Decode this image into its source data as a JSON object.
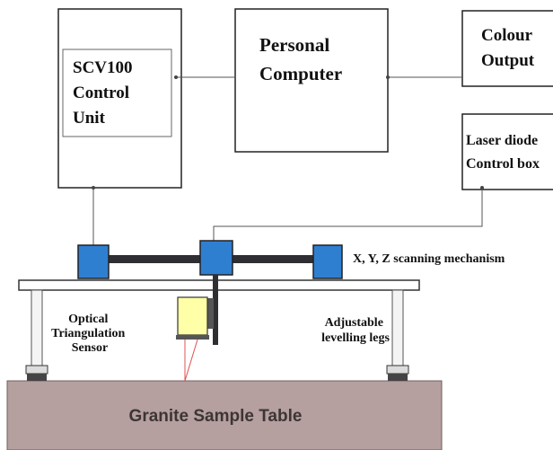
{
  "control_unit": {
    "lines": [
      "SCV100",
      "Control",
      "Unit"
    ]
  },
  "computer": {
    "lines": [
      "Personal",
      "Computer"
    ]
  },
  "colour_output": {
    "lines": [
      "Colour",
      "Output"
    ]
  },
  "laser_box": {
    "lines": [
      "Laser diode",
      "Control box"
    ]
  },
  "scanning_label": "X, Y, Z scanning mechanism",
  "sensor_label": {
    "lines": [
      "Optical",
      "Triangulation",
      "Sensor"
    ]
  },
  "legs_label": {
    "lines": [
      "Adjustable",
      "levelling legs"
    ]
  },
  "table_label": "Granite Sample Table",
  "colors": {
    "motor_blue": "#2f7fd0",
    "sensor_yellow": "#ffffa8",
    "granite": "#b5a09f",
    "laser_line": "#e05050"
  }
}
